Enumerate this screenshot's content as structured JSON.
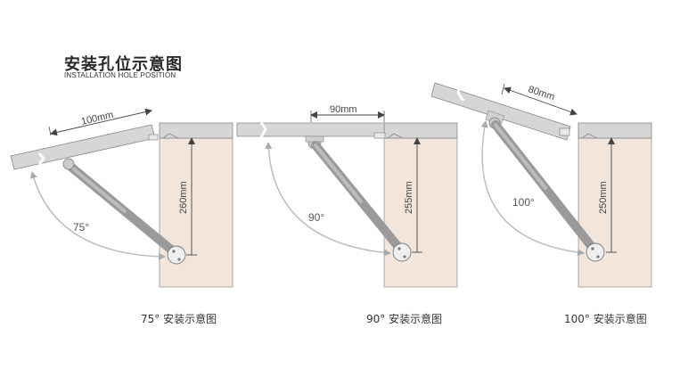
{
  "header": {
    "title": "安装孔位示意图",
    "subtitle": "INSTALLATION HOLE POSITION"
  },
  "diagrams": [
    {
      "angle": "75°",
      "width": "100mm",
      "height": "260mm",
      "caption": "75° 安装示意图"
    },
    {
      "angle": "90°",
      "width": "90mm",
      "height": "255mm",
      "caption": "90° 安装示意图"
    },
    {
      "angle": "100°",
      "width": "80mm",
      "height": "250mm",
      "caption": "100° 安装示意图"
    }
  ],
  "colors": {
    "cabinet": "#f2e6dc",
    "panel": "#d4d4d4",
    "line": "#555555",
    "arc": "#bdbdbd"
  }
}
